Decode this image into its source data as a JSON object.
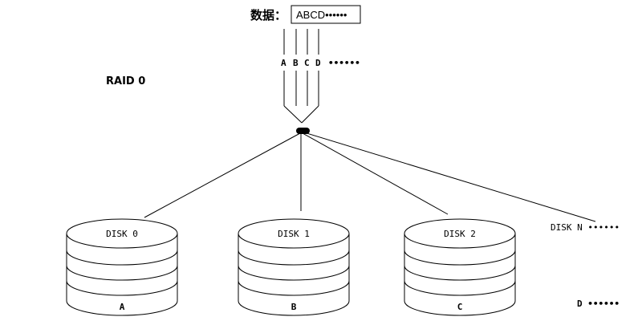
{
  "title": "RAID 0",
  "data_label": "数据：",
  "data_value": "ABCD••••••",
  "stripe_letters": [
    "A",
    "B",
    "C",
    "D"
  ],
  "stripe_ellipsis": "••••••",
  "disks": [
    {
      "name": "DISK 0",
      "block": "A"
    },
    {
      "name": "DISK 1",
      "block": "B"
    },
    {
      "name": "DISK 2",
      "block": "C"
    }
  ],
  "extra_disk": {
    "name": "DISK N ••••••",
    "block": "D ••••••"
  }
}
